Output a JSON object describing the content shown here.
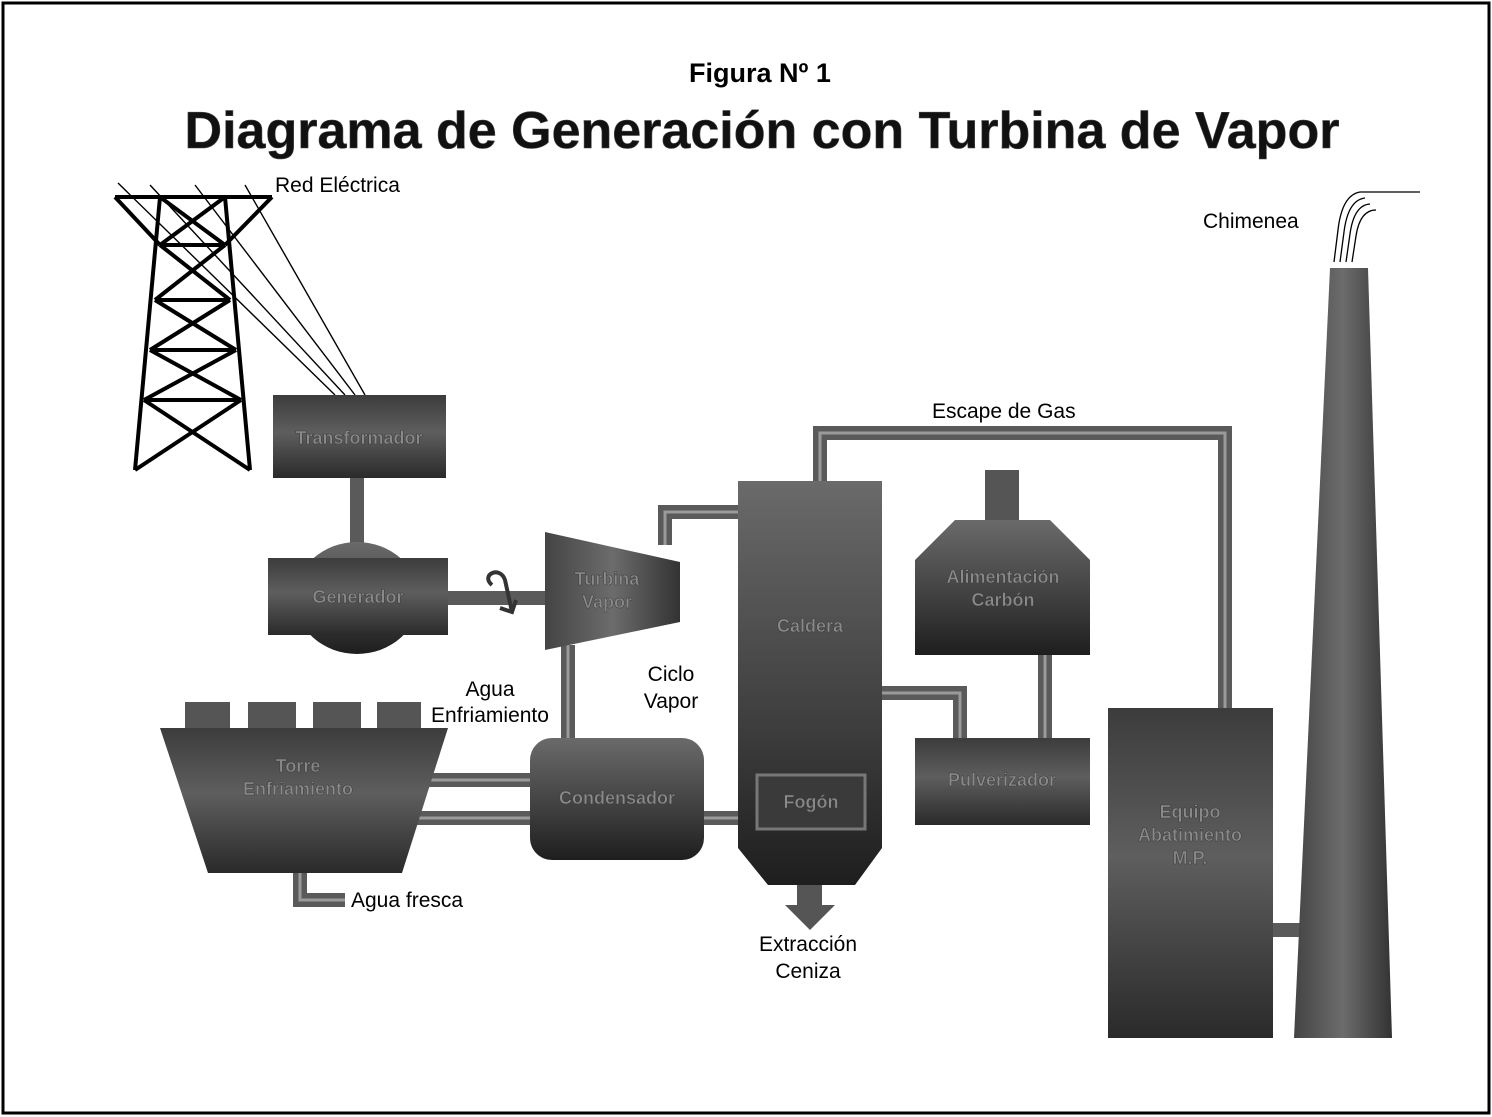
{
  "title": {
    "figure": "Figura Nº 1",
    "main": "Diagrama de Generación con Turbina de Vapor"
  },
  "labels": {
    "red_electrica": "Red Eléctrica",
    "chimenea": "Chimenea",
    "escape_gas": "Escape de Gas",
    "agua_line1": "Agua",
    "agua_line2": "Enfriamiento",
    "ciclo_line1": "Ciclo",
    "ciclo_line2": "Vapor",
    "agua_fresca": "Agua fresca",
    "extraccion_line1": "Extracción",
    "extraccion_line2": "Ceniza"
  },
  "components": {
    "transformador": "Transformador",
    "generador": "Generador",
    "turbina_line1": "Turbina",
    "turbina_line2": "Vapor",
    "caldera": "Caldera",
    "fogon": "Fogón",
    "alimentacion_line1": "Alimentación",
    "alimentacion_line2": "Carbón",
    "pulverizador": "Pulverizador",
    "torre_line1": "Torre",
    "torre_line2": "Enfriamiento",
    "condensador": "Condensador",
    "equipo_line1": "Equipo",
    "equipo_line2": "Abatimiento",
    "equipo_line3": "M.P."
  }
}
